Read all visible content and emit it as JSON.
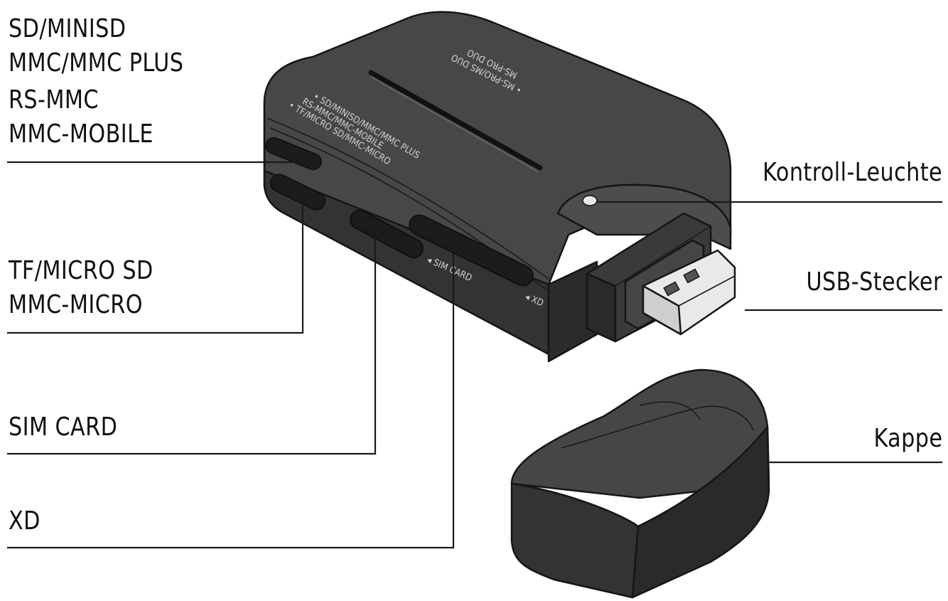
{
  "labels": {
    "sd_group": [
      "SD/MINISD",
      "MMC/MMC PLUS",
      "RS-MMC",
      "MMC-MOBILE"
    ],
    "micro_group": [
      "TF/MICRO SD",
      "MMC-MICRO"
    ],
    "sim_card": "SIM CARD",
    "xd": "XD",
    "indicator_light": "Kontroll-Leuchte",
    "usb_plug": "USB-Stecker",
    "cap": "Kappe"
  },
  "device_print": {
    "top_slot": [
      "• MS-PRO/MS DUO",
      "MS-PRO DUO"
    ],
    "front_lines": [
      "• SD/MINISD/MMC/MMC PLUS",
      "RS-MMC/MMC-MOBILE",
      "• TF/MICRO SD/MMC-MICRO"
    ],
    "sim_mark": "◂ SIM CARD",
    "xd_mark": "◂ XD"
  },
  "colors": {
    "body": "#3b3b3b",
    "body_top": "#444444",
    "body_side": "#2a2a2a",
    "usb_metal": "#e8e8e8",
    "cap": "#3a3a3a",
    "ink": "#151515"
  }
}
